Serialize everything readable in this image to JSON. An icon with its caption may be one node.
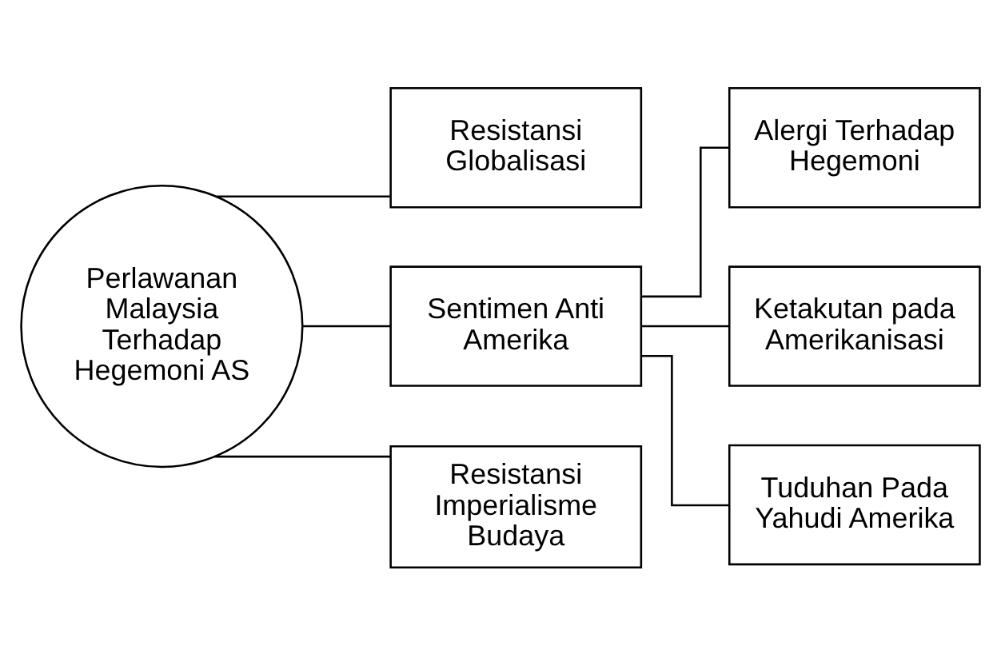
{
  "diagram": {
    "nodes": [
      {
        "text": [
          "Perlawanan Malaysia Terhadap Hegemoni AS"
        ]
      },
      {
        "text": [
          "Resistansi Globalisasi"
        ]
      },
      {
        "text": [
          "Sentimen Anti Amerika"
        ]
      },
      {
        "text": [
          "Resistansi Imperialisme Budaya"
        ]
      },
      {
        "text": [
          "Alergi Terhadap Hegemoni"
        ]
      },
      {
        "text": [
          "Ketakutan pada Amerikanisasi"
        ]
      },
      {
        "text": [
          "Tuduhan Pada Yahudi Amerika"
        ]
      }
    ],
    "edges": [
      {
        "from": 0,
        "to": 1,
        "arrow": "none"
      },
      {
        "from": 0,
        "to": 2,
        "arrow": "none"
      },
      {
        "from": 0,
        "to": 3,
        "arrow": "none"
      },
      {
        "from": 2,
        "to": 4,
        "arrow": "none"
      },
      {
        "from": 2,
        "to": 5,
        "arrow": "none"
      },
      {
        "from": 2,
        "to": 6,
        "arrow": "none"
      }
    ]
  }
}
